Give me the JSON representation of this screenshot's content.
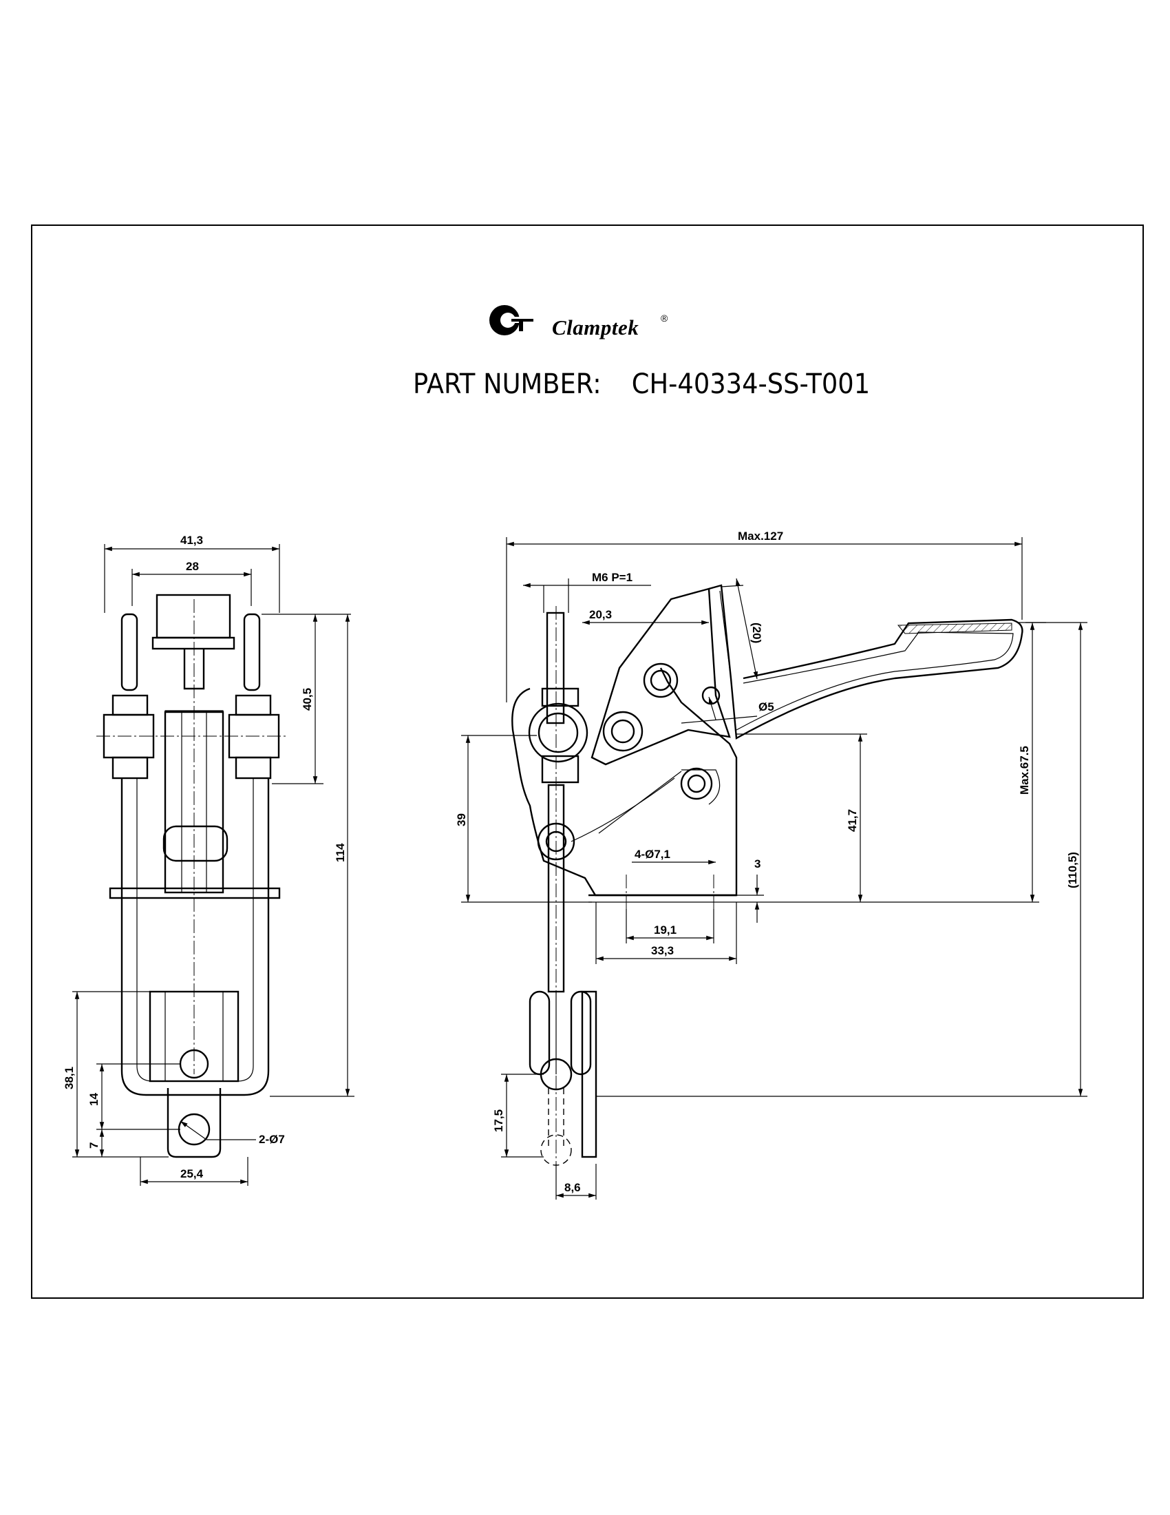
{
  "brand": {
    "name": "Clamptek",
    "registered": "®"
  },
  "title": {
    "label": "PART NUMBER:",
    "value": "CH-40334-SS-T001"
  },
  "front_view": {
    "dims": {
      "overall_width": "41,3",
      "inner_width": "28",
      "upper_height": "40,5",
      "overall_height": "114",
      "hook_height": "38,1",
      "eye_height": "14",
      "eye_offset": "7",
      "holes": "2-Ø7",
      "base_width": "25,4"
    }
  },
  "side_view": {
    "dims": {
      "max_length": "Max.127",
      "thread": "M6 P=1",
      "offset_20_3": "20,3",
      "handle_ref": "(20)",
      "pin_hole": "Ø5",
      "pivot_height": "39",
      "handle_height": "41,7",
      "max_height": "Max.67.5",
      "total_height": "(110,5)",
      "mount_holes": "4-Ø7,1",
      "base_thickness": "3",
      "hole_spacing": "19,1",
      "base_length": "33,3",
      "hook_drop": "17,5",
      "hook_width": "8,6"
    }
  }
}
